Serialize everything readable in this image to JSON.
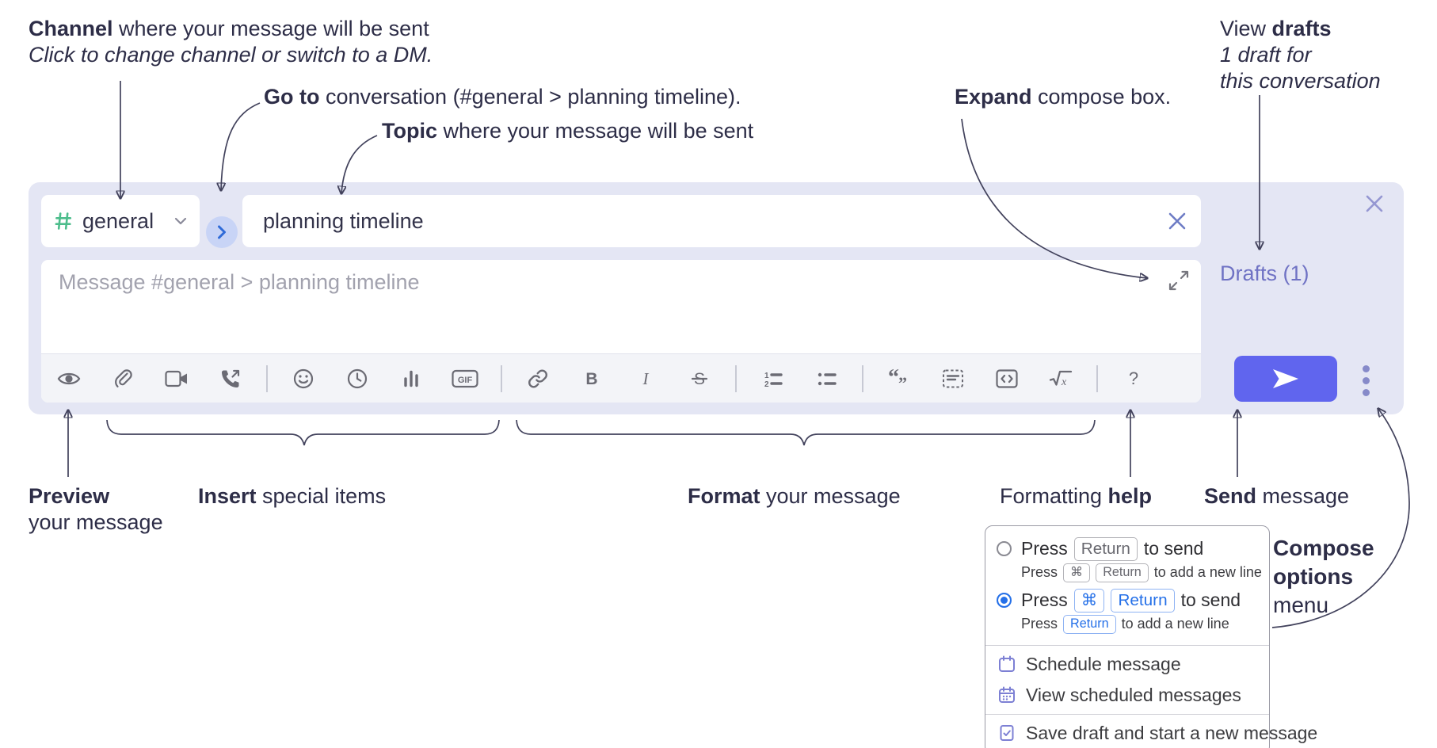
{
  "annotations": {
    "channel": {
      "bold": "Channel",
      "rest": " where your message will be sent",
      "sub_italic": "Click to change channel or switch to a DM."
    },
    "goto": {
      "bold": "Go to",
      "rest": " conversation (#general > planning timeline)."
    },
    "topic": {
      "bold": "Topic",
      "rest": " where your message will be sent"
    },
    "expand": {
      "bold": "Expand",
      "rest": " compose box."
    },
    "view_drafts": {
      "pre": "View ",
      "bold": "drafts",
      "sub_line_1": "1 draft for",
      "sub_line_2": "this conversation"
    },
    "preview": {
      "bold": "Preview",
      "line_2": "your message"
    },
    "insert": {
      "bold": "Insert",
      "rest": " special items"
    },
    "format": {
      "bold": "Format",
      "rest": " your message"
    },
    "formatting_help": {
      "pre": "Formatting ",
      "bold": "help"
    },
    "send": {
      "bold": "Send",
      "rest": " message"
    },
    "compose_options": {
      "bold_1": "Compose",
      "bold_2": "options",
      "rest": "menu"
    }
  },
  "compose": {
    "channel_selector": {
      "channel_name": "general"
    },
    "topic_input": {
      "value": "planning timeline"
    },
    "message_input": {
      "placeholder": "Message #general > planning timeline"
    },
    "drafts_link": "Drafts (1)",
    "toolbar": {
      "icons": [
        "preview",
        "attach-file",
        "add-video-call",
        "add-voice-call",
        "emoji",
        "add-global-time",
        "add-poll",
        "add-gif",
        "link",
        "bold",
        "italic",
        "strikethrough",
        "numbered-list",
        "bulleted-list",
        "quote",
        "spoiler",
        "code",
        "math",
        "help"
      ],
      "glyphs": {
        "bold": "B",
        "italic": "I",
        "strike": "S",
        "gif": "GIF",
        "help": "?",
        "ol_1": "1",
        "ol_2": "2",
        "quote_open": "“",
        "quote_close": "”",
        "math_x": "x"
      }
    },
    "colors": {
      "box_bg": "#e4e6f4",
      "send_accent": "#6065ee",
      "drafts_link": "#6f72c4",
      "hash_green": "#4dbd8c",
      "selected_blue": "#2570e8"
    }
  },
  "popup_menu": {
    "options": [
      {
        "selected": false,
        "press": "Press",
        "keys": [
          "Return"
        ],
        "suffix": "to send",
        "sub_press": "Press",
        "sub_keys": [
          "⌘",
          "Return"
        ],
        "sub_suffix": "to add a new line"
      },
      {
        "selected": true,
        "press": "Press",
        "keys": [
          "⌘",
          "Return"
        ],
        "suffix": "to send",
        "sub_press": "Press",
        "sub_keys": [
          "Return"
        ],
        "sub_suffix": "to add a new line"
      }
    ],
    "items": [
      {
        "icon": "calendar",
        "label": "Schedule message"
      },
      {
        "icon": "calendar-dots",
        "label": "View scheduled messages"
      },
      {
        "icon": "save-draft",
        "label": "Save draft and start a new message"
      }
    ]
  }
}
